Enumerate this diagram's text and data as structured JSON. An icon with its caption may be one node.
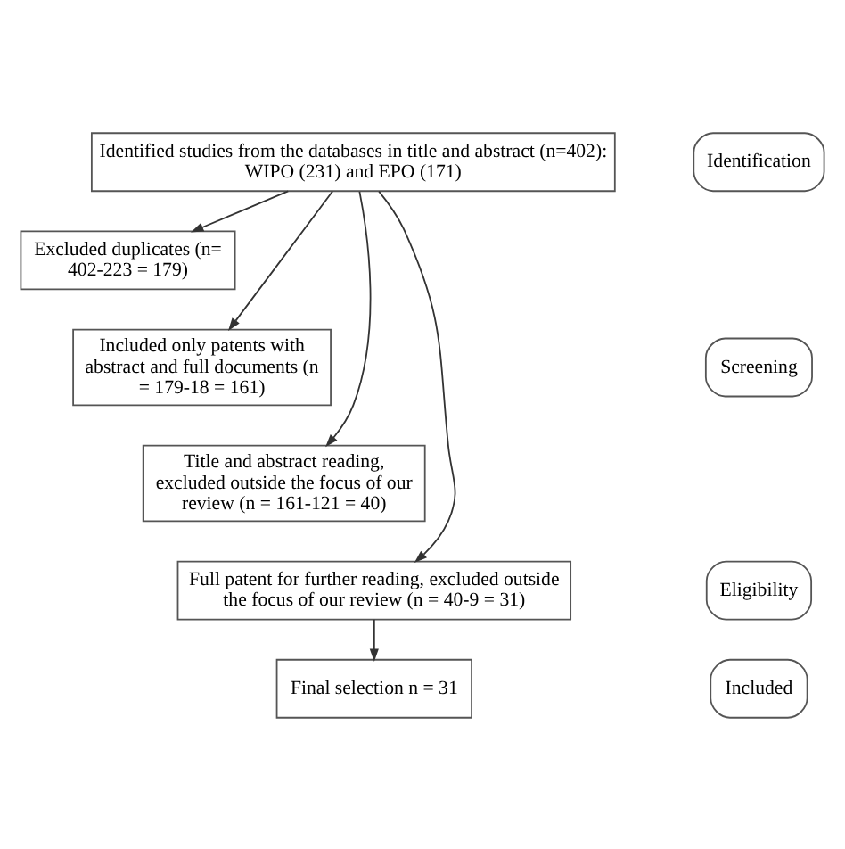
{
  "diagram": {
    "nodes": [
      {
        "text": [
          "Identified studies from the databases in title and abstract (n=402): WIPO (231) and EPO (171)"
        ]
      },
      {
        "text": [
          "Excluded duplicates (n= 402-223 = 179)"
        ]
      },
      {
        "text": [
          "Included only patents with abstract and full documents (n = 179-18 = 161)"
        ]
      },
      {
        "text": [
          "Title and abstract reading, excluded outside the focus of our review (n = 161-121 = 40)"
        ]
      },
      {
        "text": [
          "Full patent for further reading, excluded outside the focus of our review (n = 40-9 = 31)"
        ]
      },
      {
        "text": [
          "Final selection n = 31"
        ]
      },
      {
        "text": [
          "Identification"
        ]
      },
      {
        "text": [
          "Screening"
        ]
      },
      {
        "text": [
          "Eligibility"
        ]
      },
      {
        "text": [
          "Included"
        ]
      }
    ],
    "edges": [
      {
        "from": 0,
        "to": 1,
        "arrow": "to"
      },
      {
        "from": 0,
        "to": 2,
        "arrow": "to"
      },
      {
        "from": 0,
        "to": 3,
        "arrow": "to"
      },
      {
        "from": 0,
        "to": 4,
        "arrow": "to"
      },
      {
        "from": 4,
        "to": 5,
        "arrow": "to"
      }
    ]
  }
}
